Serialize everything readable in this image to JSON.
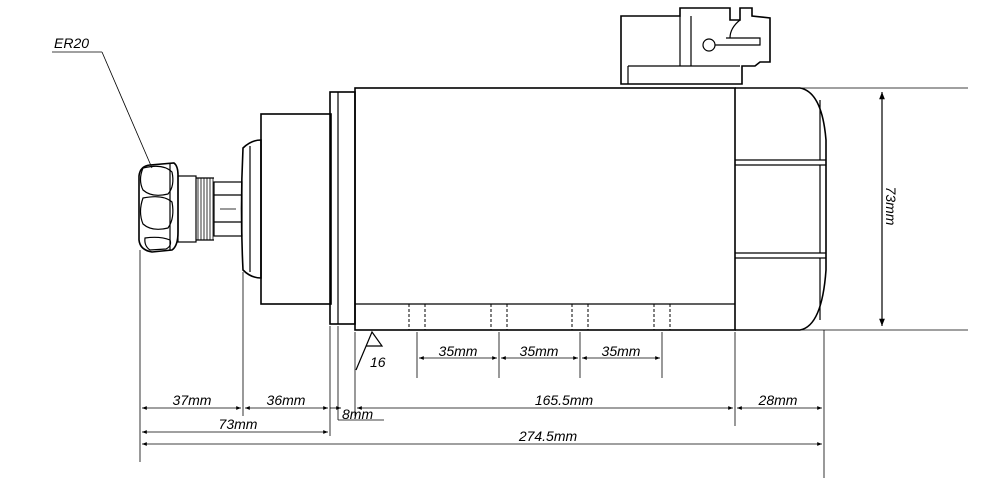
{
  "labels": {
    "collet": "ER20",
    "height": "73mm",
    "roughness": "16",
    "hole_spacing_1": "35mm",
    "hole_spacing_2": "35mm",
    "hole_spacing_3": "35mm",
    "dim_nut": "37mm",
    "dim_nose": "36mm",
    "dim_flange": "8mm",
    "dim_body": "165.5mm",
    "dim_cap": "28mm",
    "dim_front": "73mm",
    "dim_total": "274.5mm"
  }
}
